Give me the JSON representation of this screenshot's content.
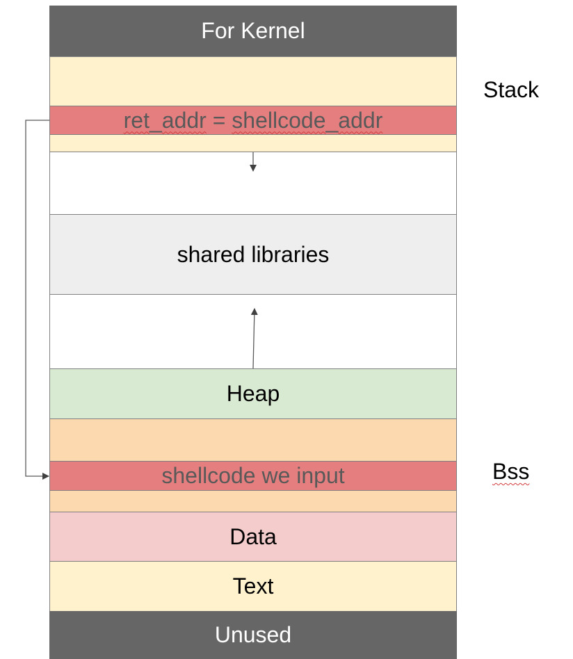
{
  "segments": {
    "kernel": "For Kernel",
    "ret_addr": {
      "part1": "ret",
      "part2": "addr",
      "equals": " = ",
      "part3": "shellcode",
      "part4": "addr"
    },
    "shared_libraries": "shared libraries",
    "heap": "Heap",
    "shellcode": "shellcode we input",
    "data": "Data",
    "text": "Text",
    "unused": "Unused"
  },
  "labels": {
    "stack": "Stack",
    "bss": "Bss"
  },
  "colors": {
    "dark": "#666666",
    "stack": "#fff2cc",
    "highlight": "#e57f7f",
    "shared": "#eeeeee",
    "heap": "#d9ead3",
    "bss": "#fdd9af",
    "data": "#f4cccc",
    "text": "#fff2cc"
  }
}
